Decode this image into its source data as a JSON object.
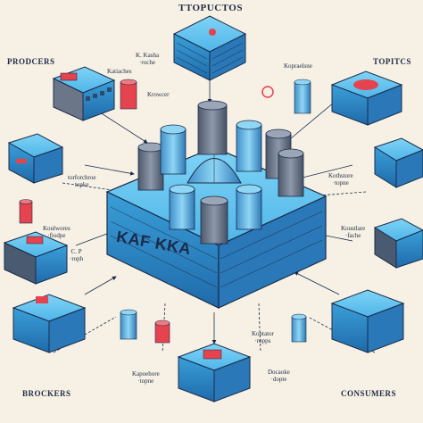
{
  "labels": {
    "top_topics": "TTOPUCTOS",
    "producers": "PRODCERS",
    "topics_right": "TOPITCS",
    "brokers": "BROCKERS",
    "consumers": "CONSUMERS",
    "center_brand": "KAF KKA",
    "k_kasha": "K. Kasha\n·roche",
    "katiaches": "Katiaches",
    "krowcer": "Krowcer",
    "kopraelsne": "Kopraelsne",
    "torforchroe": "torforchroe\ntopke",
    "kothstore": "Kothstore\n·topne",
    "koulwores": "Koulwores\n·fiodpe",
    "koustlare": "Koustlare\n·fache",
    "c_p": "C. P\n·roph",
    "koptator": "Koptator\n·ropps",
    "kopoehore": "Kapoehore\n·topne",
    "docaoke": "Docaoke\n·dopte"
  },
  "colors": {
    "background": "#f6f1e4",
    "blue_light": "#5ec3ee",
    "blue_mid": "#3a9fd8",
    "blue_dark": "#1f5f9e",
    "navy": "#1b2b4a",
    "red": "#e5434e",
    "grey": "#6b7788"
  }
}
